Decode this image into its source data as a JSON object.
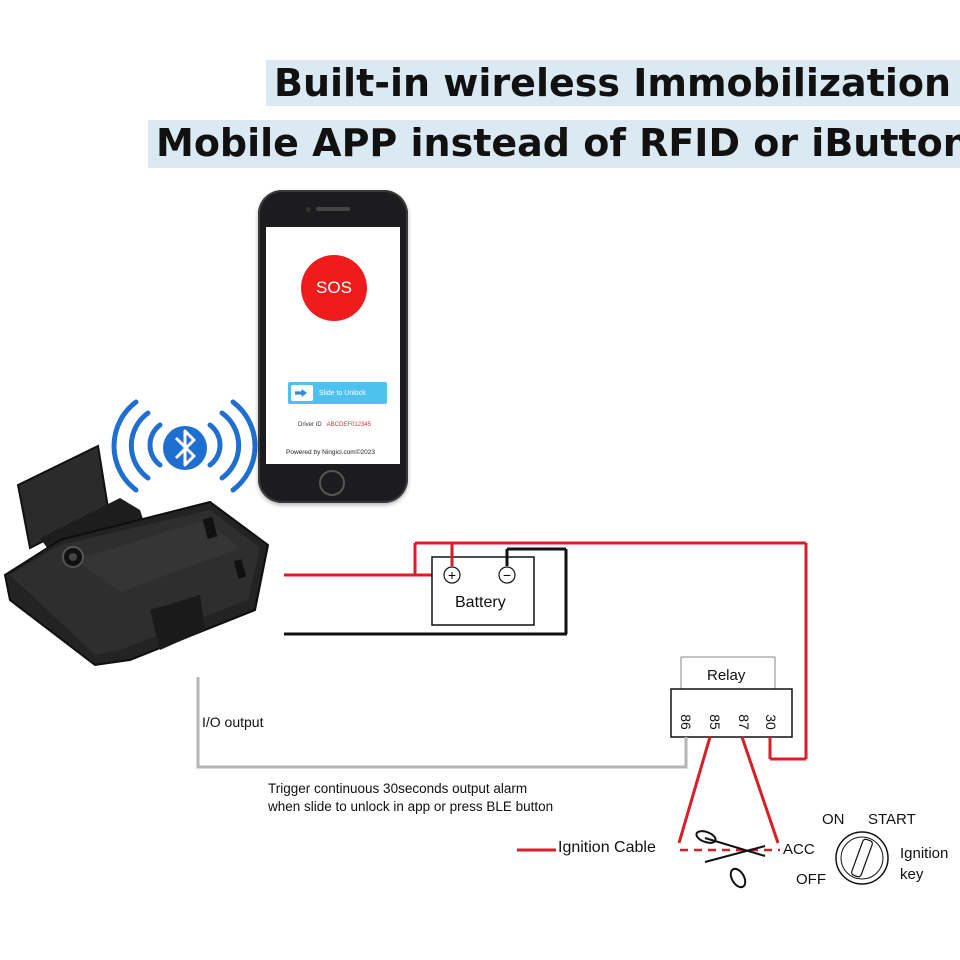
{
  "headline": {
    "line1": "Built-in wireless Immobilization",
    "line2": "Mobile APP instead of RFID or iButton"
  },
  "phone": {
    "sos_label": "SOS",
    "slide_label": "Slide to Unlock",
    "driver_label": "Driver ID",
    "driver_id": "ABCDEF012345",
    "powered_by": "Powered by Ningici.com©2023"
  },
  "battery": {
    "label": "Battery",
    "plus": "+",
    "minus": "−"
  },
  "relay": {
    "label": "Relay",
    "pins": [
      "86",
      "85",
      "87",
      "30"
    ]
  },
  "io_output_label": "I/O output",
  "trigger_text": {
    "line1": "Trigger continuous 30seconds output alarm",
    "line2": "when slide to unlock in app or press BLE button"
  },
  "ignition": {
    "cable_label": "Ignition Cable",
    "acc": "ACC",
    "on": "ON",
    "start": "START",
    "off": "OFF",
    "key_line1": "Ignition",
    "key_line2": "key"
  },
  "colors": {
    "wire_red": "#d81e26",
    "wire_black": "#111111",
    "wire_gray": "#b5b5b5",
    "headline_bg": "#dbe9f3",
    "bluetooth_blue": "#1f6fd1"
  }
}
